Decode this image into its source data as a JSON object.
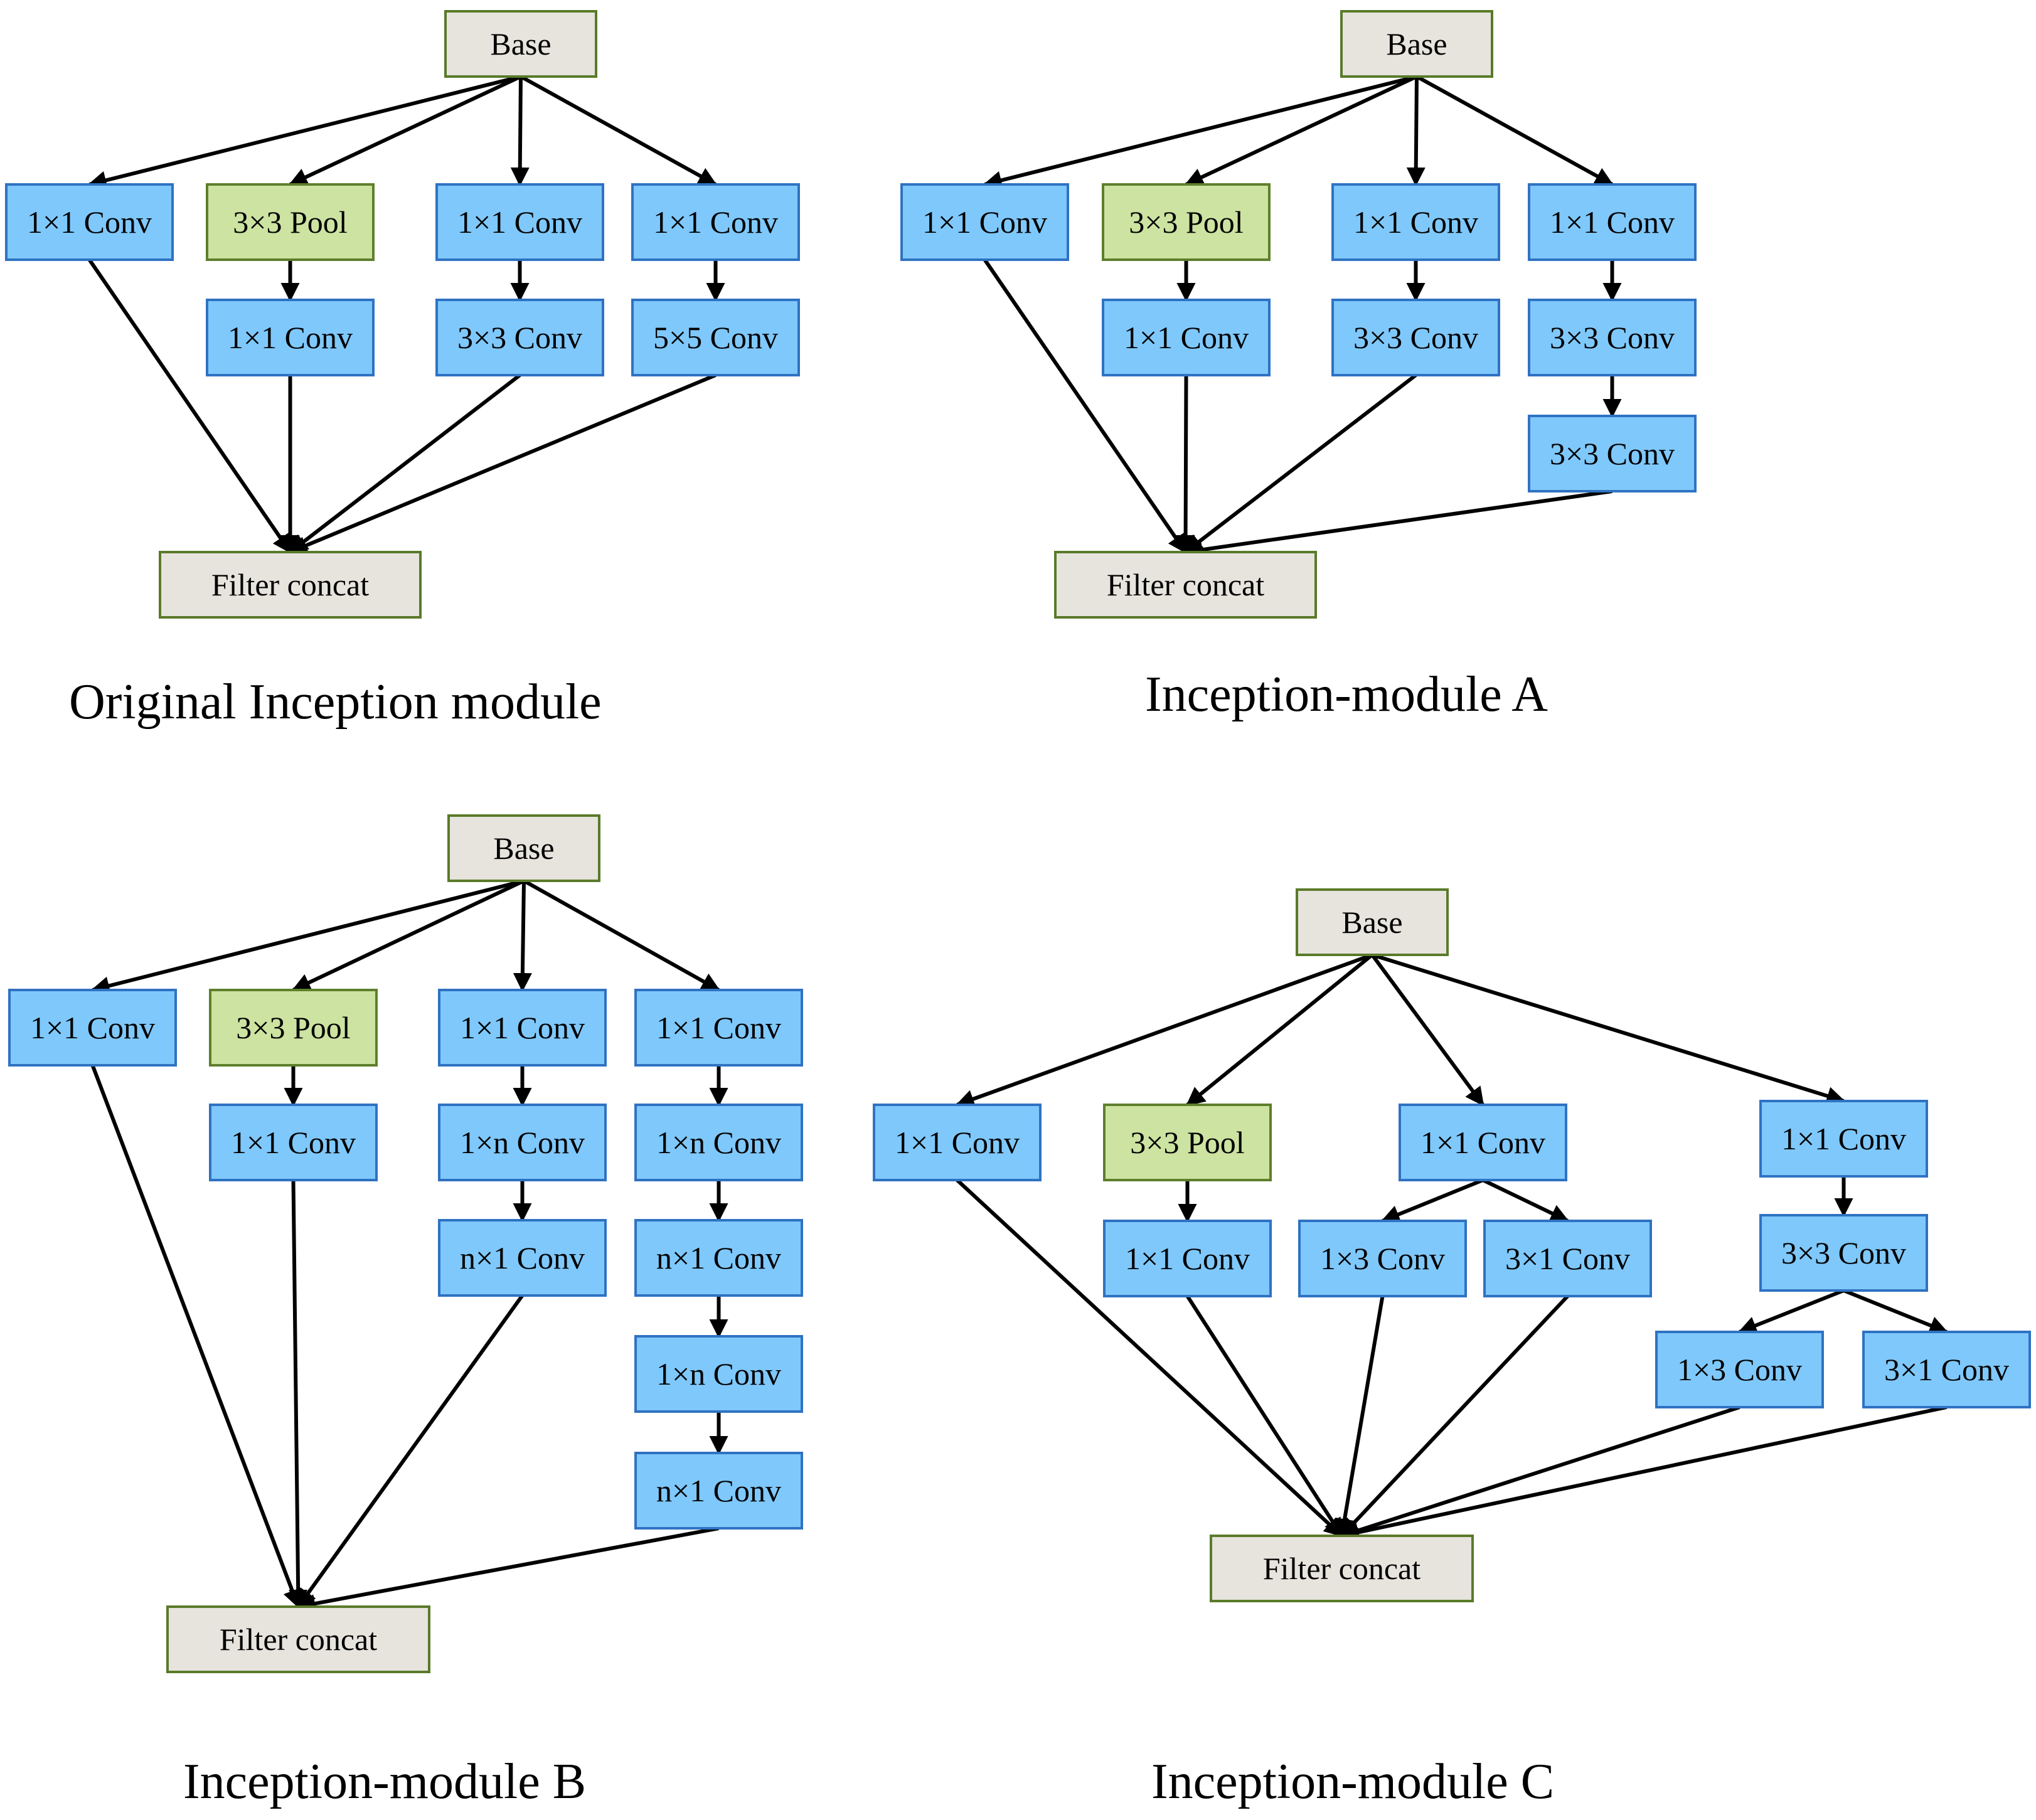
{
  "colors": {
    "conv_fill": "#7fc8fb",
    "conv_stroke": "#2f72c2",
    "pool_fill": "#cde3a1",
    "pool_stroke": "#5e7f2b",
    "io_fill": "#e6e4dd",
    "io_stroke": "#5a7a2a",
    "edge": "#000000"
  },
  "modules": [
    {
      "caption": "Original Inception module",
      "nodes": [
        {
          "id": "base",
          "label": "Base",
          "kind": "io"
        },
        {
          "id": "b1c1",
          "label": "1×1 Conv",
          "kind": "conv"
        },
        {
          "id": "pool",
          "label": "3×3 Pool",
          "kind": "pool"
        },
        {
          "id": "pool_c1",
          "label": "1×1 Conv",
          "kind": "conv"
        },
        {
          "id": "b3c1",
          "label": "1×1 Conv",
          "kind": "conv"
        },
        {
          "id": "b3c3",
          "label": "3×3 Conv",
          "kind": "conv"
        },
        {
          "id": "b4c1",
          "label": "1×1 Conv",
          "kind": "conv"
        },
        {
          "id": "b4c5",
          "label": "5×5 Conv",
          "kind": "conv"
        },
        {
          "id": "concat",
          "label": "Filter concat",
          "kind": "io"
        }
      ],
      "edges": [
        [
          "base",
          "b1c1"
        ],
        [
          "base",
          "pool"
        ],
        [
          "base",
          "b3c1"
        ],
        [
          "base",
          "b4c1"
        ],
        [
          "pool",
          "pool_c1"
        ],
        [
          "b3c1",
          "b3c3"
        ],
        [
          "b4c1",
          "b4c5"
        ],
        [
          "b1c1",
          "concat"
        ],
        [
          "pool_c1",
          "concat"
        ],
        [
          "b3c3",
          "concat"
        ],
        [
          "b4c5",
          "concat"
        ]
      ]
    },
    {
      "caption": "Inception-module A",
      "nodes": [
        {
          "id": "base",
          "label": "Base",
          "kind": "io"
        },
        {
          "id": "b1c1",
          "label": "1×1 Conv",
          "kind": "conv"
        },
        {
          "id": "pool",
          "label": "3×3 Pool",
          "kind": "pool"
        },
        {
          "id": "pool_c1",
          "label": "1×1 Conv",
          "kind": "conv"
        },
        {
          "id": "b3c1",
          "label": "1×1 Conv",
          "kind": "conv"
        },
        {
          "id": "b3c3",
          "label": "3×3 Conv",
          "kind": "conv"
        },
        {
          "id": "b4c1",
          "label": "1×1 Conv",
          "kind": "conv"
        },
        {
          "id": "b4c3a",
          "label": "3×3 Conv",
          "kind": "conv"
        },
        {
          "id": "b4c3b",
          "label": "3×3 Conv",
          "kind": "conv"
        },
        {
          "id": "concat",
          "label": "Filter concat",
          "kind": "io"
        }
      ],
      "edges": [
        [
          "base",
          "b1c1"
        ],
        [
          "base",
          "pool"
        ],
        [
          "base",
          "b3c1"
        ],
        [
          "base",
          "b4c1"
        ],
        [
          "pool",
          "pool_c1"
        ],
        [
          "b3c1",
          "b3c3"
        ],
        [
          "b4c1",
          "b4c3a"
        ],
        [
          "b4c3a",
          "b4c3b"
        ],
        [
          "b1c1",
          "concat"
        ],
        [
          "pool_c1",
          "concat"
        ],
        [
          "b3c3",
          "concat"
        ],
        [
          "b4c3b",
          "concat"
        ]
      ]
    },
    {
      "caption": "Inception-module B",
      "nodes": [
        {
          "id": "base",
          "label": "Base",
          "kind": "io"
        },
        {
          "id": "b1c1",
          "label": "1×1 Conv",
          "kind": "conv"
        },
        {
          "id": "pool",
          "label": "3×3 Pool",
          "kind": "pool"
        },
        {
          "id": "pool_c1",
          "label": "1×1 Conv",
          "kind": "conv"
        },
        {
          "id": "b3c1",
          "label": "1×1 Conv",
          "kind": "conv"
        },
        {
          "id": "b3c1n",
          "label": "1×n Conv",
          "kind": "conv"
        },
        {
          "id": "b3cn1",
          "label": "n×1 Conv",
          "kind": "conv"
        },
        {
          "id": "b4c1",
          "label": "1×1 Conv",
          "kind": "conv"
        },
        {
          "id": "b4c1n_a",
          "label": "1×n Conv",
          "kind": "conv"
        },
        {
          "id": "b4cn1_a",
          "label": "n×1 Conv",
          "kind": "conv"
        },
        {
          "id": "b4c1n_b",
          "label": "1×n Conv",
          "kind": "conv"
        },
        {
          "id": "b4cn1_b",
          "label": "n×1 Conv",
          "kind": "conv"
        },
        {
          "id": "concat",
          "label": "Filter concat",
          "kind": "io"
        }
      ],
      "edges": [
        [
          "base",
          "b1c1"
        ],
        [
          "base",
          "pool"
        ],
        [
          "base",
          "b3c1"
        ],
        [
          "base",
          "b4c1"
        ],
        [
          "pool",
          "pool_c1"
        ],
        [
          "b3c1",
          "b3c1n"
        ],
        [
          "b3c1n",
          "b3cn1"
        ],
        [
          "b4c1",
          "b4c1n_a"
        ],
        [
          "b4c1n_a",
          "b4cn1_a"
        ],
        [
          "b4cn1_a",
          "b4c1n_b"
        ],
        [
          "b4c1n_b",
          "b4cn1_b"
        ],
        [
          "b1c1",
          "concat"
        ],
        [
          "pool_c1",
          "concat"
        ],
        [
          "b3cn1",
          "concat"
        ],
        [
          "b4cn1_b",
          "concat"
        ]
      ]
    },
    {
      "caption": "Inception-module C",
      "nodes": [
        {
          "id": "base",
          "label": "Base",
          "kind": "io"
        },
        {
          "id": "b1c1",
          "label": "1×1 Conv",
          "kind": "conv"
        },
        {
          "id": "pool",
          "label": "3×3 Pool",
          "kind": "pool"
        },
        {
          "id": "pool_c1",
          "label": "1×1 Conv",
          "kind": "conv"
        },
        {
          "id": "b3c1",
          "label": "1×1 Conv",
          "kind": "conv"
        },
        {
          "id": "b3c13",
          "label": "1×3 Conv",
          "kind": "conv"
        },
        {
          "id": "b3c31",
          "label": "3×1 Conv",
          "kind": "conv"
        },
        {
          "id": "b4c1",
          "label": "1×1 Conv",
          "kind": "conv"
        },
        {
          "id": "b4c3",
          "label": "3×3 Conv",
          "kind": "conv"
        },
        {
          "id": "b4c13",
          "label": "1×3 Conv",
          "kind": "conv"
        },
        {
          "id": "b4c31",
          "label": "3×1 Conv",
          "kind": "conv"
        },
        {
          "id": "concat",
          "label": "Filter concat",
          "kind": "io"
        }
      ],
      "edges": [
        [
          "base",
          "b1c1"
        ],
        [
          "base",
          "pool"
        ],
        [
          "base",
          "b3c1"
        ],
        [
          "base",
          "b4c1"
        ],
        [
          "pool",
          "pool_c1"
        ],
        [
          "b3c1",
          "b3c13"
        ],
        [
          "b3c1",
          "b3c31"
        ],
        [
          "b4c1",
          "b4c3"
        ],
        [
          "b4c3",
          "b4c13"
        ],
        [
          "b4c3",
          "b4c31"
        ],
        [
          "b1c1",
          "concat"
        ],
        [
          "pool_c1",
          "concat"
        ],
        [
          "b3c13",
          "concat"
        ],
        [
          "b3c31",
          "concat"
        ],
        [
          "b4c13",
          "concat"
        ],
        [
          "b4c31",
          "concat"
        ]
      ]
    }
  ]
}
